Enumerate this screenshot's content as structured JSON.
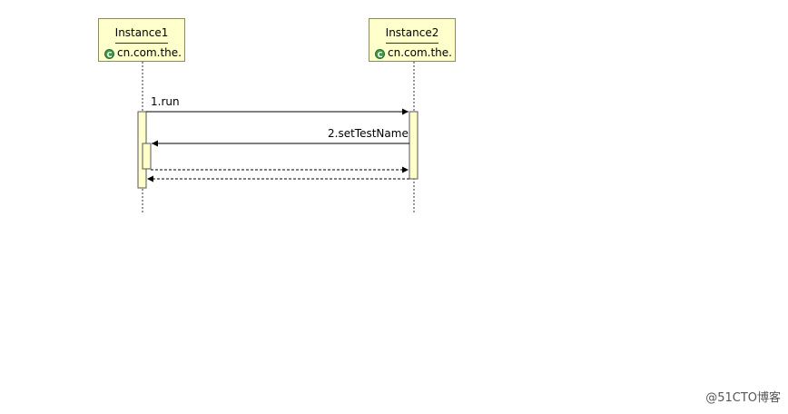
{
  "lifelines": [
    {
      "name": "Instance1",
      "class_label": "cn.com.the..."
    },
    {
      "name": "Instance2",
      "class_label": "cn.com.the..."
    }
  ],
  "messages": [
    {
      "label": "1.run"
    },
    {
      "label": "2.setTestName"
    }
  ],
  "watermark": "@51CTO博客",
  "colors": {
    "box_fill": "#ffffcc",
    "activation_fill": "#ffffcc",
    "class_icon": "#3f9a49"
  },
  "icons": {
    "class_icon": "class-icon"
  }
}
